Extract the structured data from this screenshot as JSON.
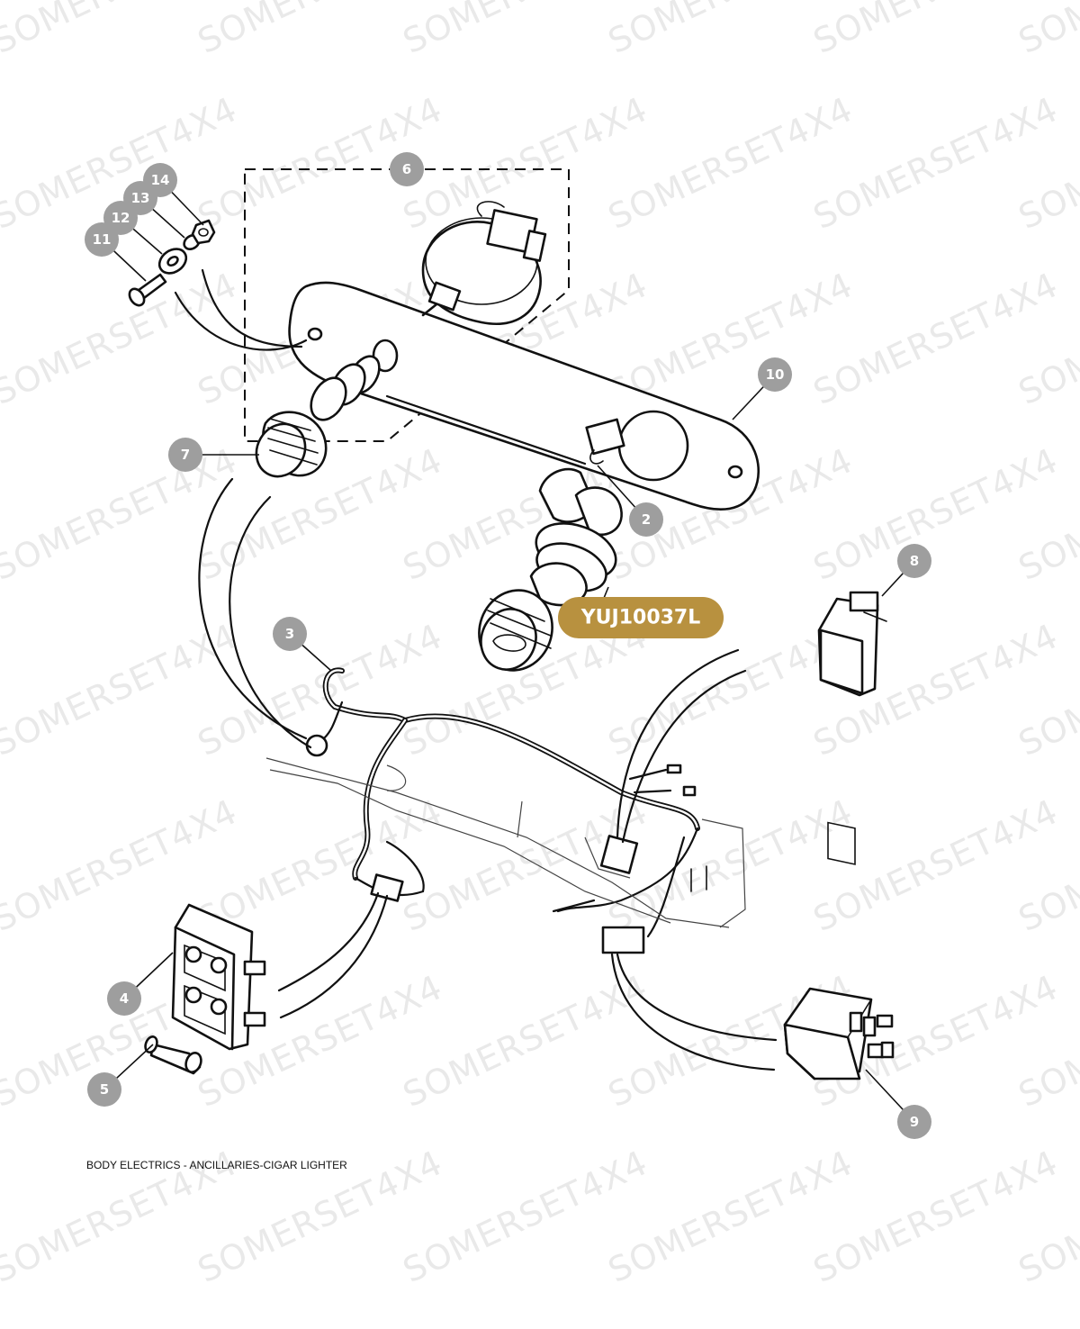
{
  "caption": "BODY ELECTRICS - ANCILLARIES-CIGAR LIGHTER",
  "watermark_text": "SOMERSET4X4",
  "highlight_part": "YUJ10037L",
  "colors": {
    "callout": "#9e9e9e",
    "highlight": "#b8913f",
    "line": "#111111",
    "watermark": "#e9e9e9"
  },
  "callouts": [
    {
      "id": "c14",
      "label": "14"
    },
    {
      "id": "c13",
      "label": "13"
    },
    {
      "id": "c12",
      "label": "12"
    },
    {
      "id": "c11",
      "label": "11"
    },
    {
      "id": "c6",
      "label": "6"
    },
    {
      "id": "c10",
      "label": "10"
    },
    {
      "id": "c7",
      "label": "7"
    },
    {
      "id": "c2",
      "label": "2"
    },
    {
      "id": "c8",
      "label": "8"
    },
    {
      "id": "c3",
      "label": "3"
    },
    {
      "id": "c4",
      "label": "4"
    },
    {
      "id": "c5",
      "label": "5"
    },
    {
      "id": "c9",
      "label": "9"
    }
  ]
}
